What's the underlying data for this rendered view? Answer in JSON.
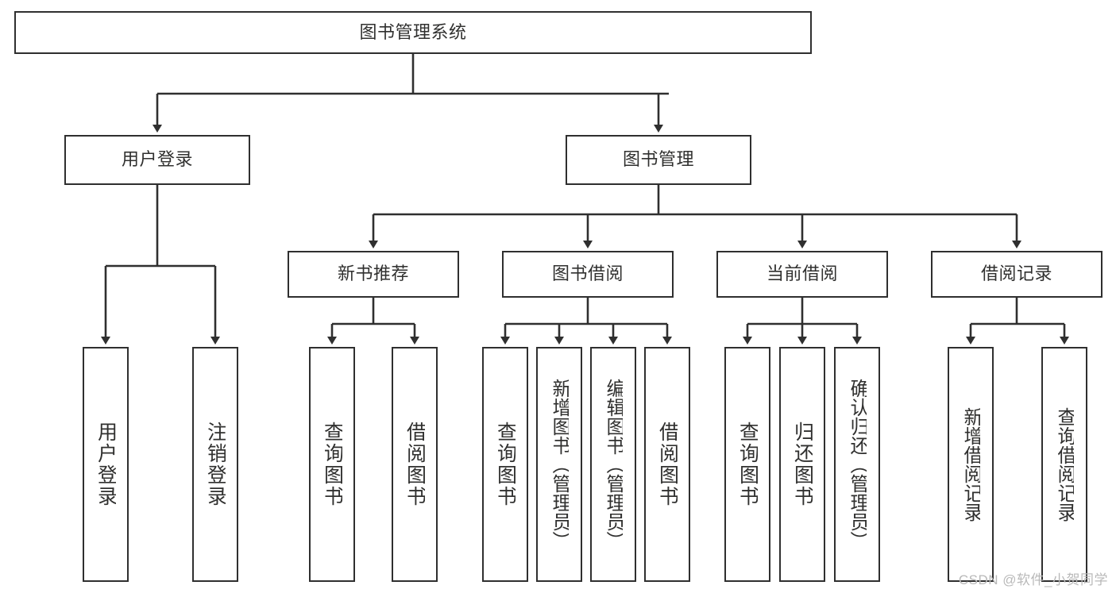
{
  "diagram": {
    "title": "图书管理系统",
    "type": "tree",
    "stroke_color": "#2f2f2f",
    "fill_color": "#ffffff",
    "text_color": "#30302f",
    "watermark": "CSDN @软件_小贺同学"
  },
  "nodes": {
    "root": {
      "label": "图书管理系统"
    },
    "level2": [
      {
        "label": "用户登录"
      },
      {
        "label": "图书管理"
      }
    ],
    "level3": [
      {
        "label": "新书推荐"
      },
      {
        "label": "图书借阅"
      },
      {
        "label": "当前借阅"
      },
      {
        "label": "借阅记录"
      }
    ],
    "leaves": {
      "user_login": [
        {
          "label": "用户登录"
        },
        {
          "label": "注销登录"
        }
      ],
      "new_book_recommend": [
        {
          "label": "查询图书"
        },
        {
          "label": "借阅图书"
        }
      ],
      "book_borrow": [
        {
          "label": "查询图书"
        },
        {
          "label": "新增图书（管理员）"
        },
        {
          "label": "编辑图书（管理员）"
        },
        {
          "label": "借阅图书"
        }
      ],
      "current_borrow": [
        {
          "label": "查询图书"
        },
        {
          "label": "归还图书"
        },
        {
          "label": "确认归还（管理员）"
        }
      ],
      "borrow_record": [
        {
          "label": "新增借阅记录"
        },
        {
          "label": "查询借阅记录"
        }
      ]
    }
  }
}
